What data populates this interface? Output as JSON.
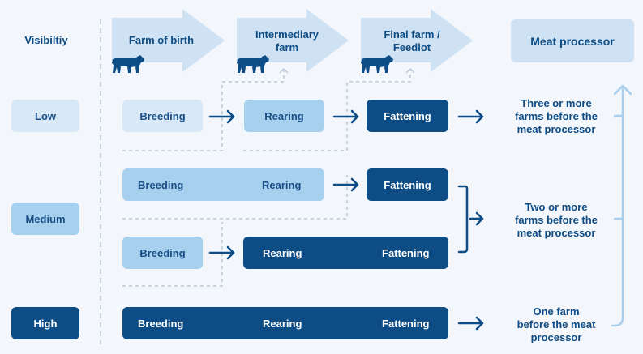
{
  "header": {
    "visibility_label": "Visibiltiy",
    "stage_1": "Farm of birth",
    "stage_2_line1": "Intermediary",
    "stage_2_line2": "farm",
    "stage_3_line1": "Final farm /",
    "stage_3_line2": "Feedlot",
    "stage_4": "Meat processor"
  },
  "rows": {
    "low": {
      "label": "Low",
      "breeding": "Breeding",
      "rearing": "Rearing",
      "fattening": "Fattening",
      "outcome_line1": "Three or more",
      "outcome_line2": "farms before the",
      "outcome_line3": "meat processor"
    },
    "medium": {
      "label": "Medium",
      "a_breeding": "Breeding",
      "a_rearing": "Rearing",
      "a_fattening": "Fattening",
      "b_breeding": "Breeding",
      "b_rearing": "Rearing",
      "b_fattening": "Fattening",
      "outcome_line1": "Two or more",
      "outcome_line2": "farms before the",
      "outcome_line3": "meat processor"
    },
    "high": {
      "label": "High",
      "breeding": "Breeding",
      "rearing": "Rearing",
      "fattening": "Fattening",
      "outcome_line1": "One farm",
      "outcome_line2": "before the meat",
      "outcome_line3": "processor"
    }
  },
  "colors": {
    "pale": "#d9e8f6",
    "mid": "#a6d0ee",
    "dark": "#0d4c85",
    "background": "#f3f6fb"
  },
  "icons": [
    "cow-icon",
    "right-arrow-icon",
    "up-arrow-icon",
    "bracket-icon"
  ]
}
